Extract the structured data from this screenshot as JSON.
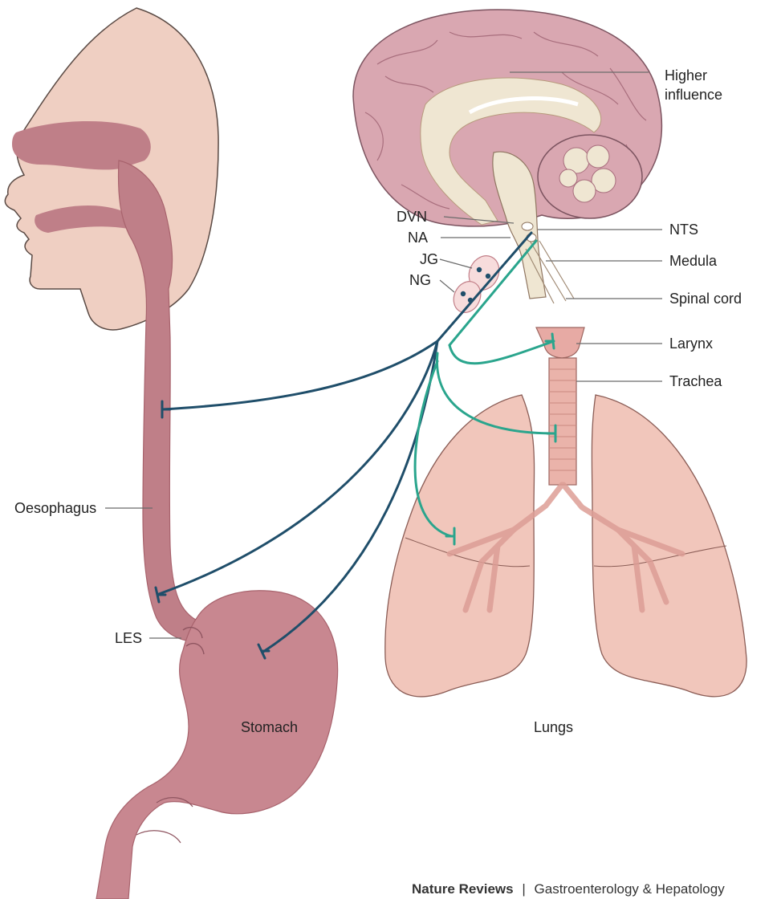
{
  "colors": {
    "skin": "#efcfc2",
    "skin_outline": "#5a4a44",
    "gut": "#bf7f88",
    "gut_dark": "#a8636d",
    "brain": "#d9a7b1",
    "brain_fold": "#a86e7d",
    "brain_inner": "#efe6d2",
    "lung": "#f1c6bb",
    "lung_shadow": "#dd9e96",
    "airway": "#e7aaa4",
    "vagal_dark": "#1f4e6a",
    "vagal_teal": "#2aa58d"
  },
  "labels": {
    "higher_influence_1": "Higher",
    "higher_influence_2": "influence",
    "dvn": "DVN",
    "na": "NA",
    "jg": "JG",
    "ng": "NG",
    "nts": "NTS",
    "medula": "Medula",
    "spinal_cord": "Spinal cord",
    "larynx": "Larynx",
    "trachea": "Trachea",
    "oesophagus": "Oesophagus",
    "les": "LES",
    "stomach": "Stomach",
    "lungs": "Lungs"
  },
  "credit": {
    "journal": "Nature Reviews",
    "section": "Gastroenterology & Hepatology"
  }
}
